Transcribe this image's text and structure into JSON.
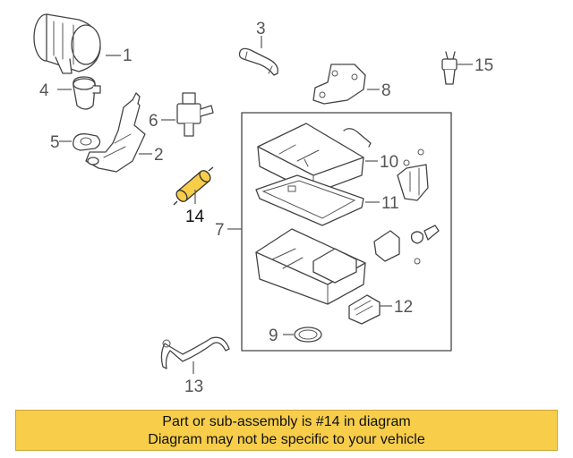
{
  "diagram": {
    "callouts": [
      "1",
      "2",
      "3",
      "4",
      "5",
      "6",
      "7",
      "8",
      "9",
      "10",
      "11",
      "12",
      "13",
      "14",
      "15"
    ],
    "highlighted_part": "14",
    "highlight_color": "#f7cd4a"
  },
  "banner": {
    "line1": "Part or sub-assembly is #14 in diagram",
    "line2": "Diagram may not be specific to your vehicle",
    "background": "#f7cd4a"
  }
}
